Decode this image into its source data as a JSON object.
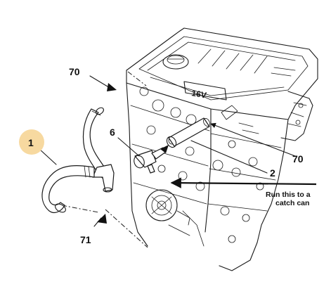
{
  "callouts": {
    "c1": "1",
    "c2": "2",
    "c6": "6",
    "c70_top": "70",
    "c70_right": "70",
    "c71": "71"
  },
  "note": {
    "line1": "Run this to a",
    "line2": "catch can"
  },
  "engine_marking": "16V",
  "colors": {
    "highlight_badge": "#f7d9a0",
    "line": "#1a1a1a"
  }
}
